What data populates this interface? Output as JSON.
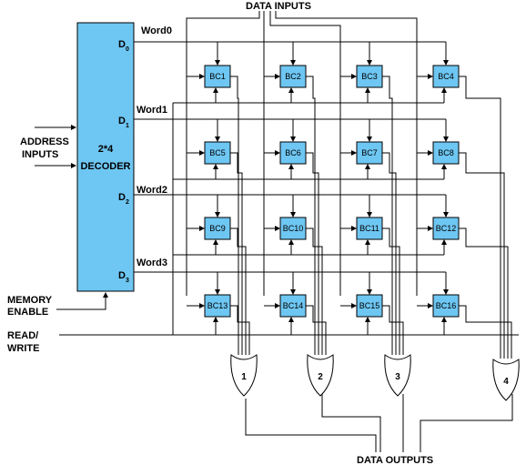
{
  "decoder": {
    "title_line1": "2*4",
    "title_line2": "DECODER",
    "outputs": [
      {
        "label": "D",
        "sub": "0"
      },
      {
        "label": "D",
        "sub": "1"
      },
      {
        "label": "D",
        "sub": "2"
      },
      {
        "label": "D",
        "sub": "3"
      }
    ]
  },
  "words": [
    "Word0",
    "Word1",
    "Word2",
    "Word3"
  ],
  "address_inputs": {
    "line1": "ADDRESS",
    "line2": "INPUTS"
  },
  "memory_enable": {
    "line1": "MEMORY",
    "line2": "ENABLE"
  },
  "read_write": {
    "line1": "READ/",
    "line2": "WRITE"
  },
  "data_inputs": "DATA INPUTS",
  "data_outputs": "DATA OUTPUTS",
  "cells": [
    "BC1",
    "BC2",
    "BC3",
    "BC4",
    "BC5",
    "BC6",
    "BC7",
    "BC8",
    "BC9",
    "BC10",
    "BC11",
    "BC12",
    "BC13",
    "BC14",
    "BC15",
    "BC16"
  ],
  "gates": [
    "1",
    "2",
    "3",
    "4"
  ],
  "colors": {
    "cell_fill": "#6ec6f2",
    "decoder_fill": "#6ec6f2",
    "line": "#000000"
  }
}
